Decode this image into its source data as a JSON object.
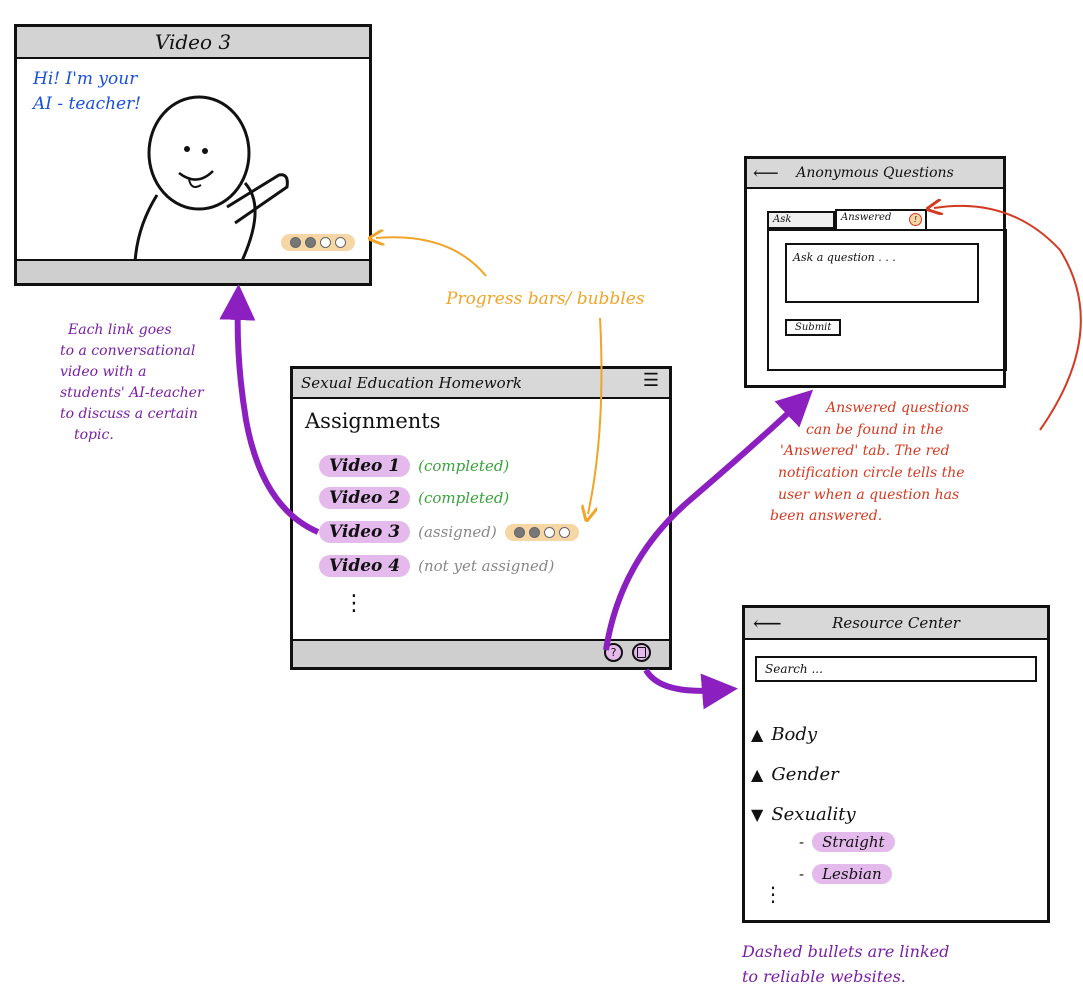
{
  "video_window": {
    "title": "Video 3",
    "greeting_line1": "Hi! I'm your",
    "greeting_line2": "AI - teacher!",
    "progress_filled": 2,
    "progress_total": 4
  },
  "homework_window": {
    "title": "Sexual Education Homework",
    "heading": "Assignments",
    "items": [
      {
        "label": "Video 1",
        "status": "(completed)"
      },
      {
        "label": "Video 2",
        "status": "(completed)"
      },
      {
        "label": "Video 3",
        "status": "(assigned)"
      },
      {
        "label": "Video 4",
        "status": "(not yet assigned)"
      }
    ],
    "more": "⋮",
    "help_icon_glyph": "?"
  },
  "questions_window": {
    "title": "Anonymous Questions",
    "back_glyph": "⟵",
    "tab_ask": "Ask",
    "tab_answered": "Answered",
    "badge": "!",
    "placeholder": "Ask a question . . .",
    "submit": "Submit"
  },
  "resource_window": {
    "title": "Resource Center",
    "back_glyph": "⟵",
    "search_placeholder": "Search ...",
    "categories": [
      {
        "label": "Body"
      },
      {
        "label": "Gender"
      },
      {
        "label": "Sexuality"
      }
    ],
    "subitems": [
      "Straight",
      "Lesbian"
    ],
    "more": "⋮"
  },
  "annotations": {
    "progress": "Progress bars/ bubbles",
    "links_lines": [
      "Each link goes",
      "to a conversational",
      "video with a",
      "students' AI-teacher",
      "to discuss a certain",
      "topic."
    ],
    "answered_lines": [
      "Answered questions",
      "can be found in the",
      "'Answered' tab. The red",
      "notification circle tells the",
      "user when a question has",
      "been answered."
    ],
    "dashed_lines": [
      "Dashed bullets are linked",
      "to reliable websites."
    ]
  },
  "colors": {
    "purple_arrow": "#8b1fc0",
    "purple_text": "#7a1fa3",
    "orange": "#f0a428",
    "red": "#d33a22",
    "green": "#3aa33a",
    "blue": "#1a4fd8",
    "pill_purple": "#e4b9ec",
    "pill_orange": "#f7d6a6"
  }
}
